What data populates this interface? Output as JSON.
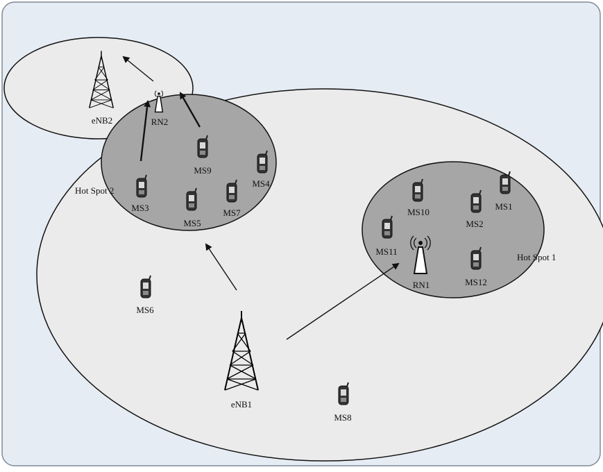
{
  "diagram": {
    "colors": {
      "panel_bg": "#e6ecf3",
      "panel_border": "#7f8a96",
      "macro_cell_fill": "#ebebeb",
      "hotspot_fill": "#a6a6a6",
      "stroke": "#111111"
    },
    "base_stations": [
      {
        "id": "enb1",
        "label": "eNB1",
        "icon": "cell-tower-icon"
      },
      {
        "id": "enb2",
        "label": "eNB2",
        "icon": "cell-tower-icon"
      }
    ],
    "relays": [
      {
        "id": "rn1",
        "label": "RN1",
        "icon": "relay-antenna-icon"
      },
      {
        "id": "rn2",
        "label": "RN2",
        "icon": "relay-antenna-icon"
      }
    ],
    "hotspots": [
      {
        "id": "hs1",
        "label": "Hot Spot 1"
      },
      {
        "id": "hs2",
        "label": "Hot Spot 2"
      }
    ],
    "mobile_stations": [
      {
        "id": "ms1",
        "label": "MS1"
      },
      {
        "id": "ms2",
        "label": "MS2"
      },
      {
        "id": "ms3",
        "label": "MS3"
      },
      {
        "id": "ms4",
        "label": "MS4"
      },
      {
        "id": "ms5",
        "label": "MS5"
      },
      {
        "id": "ms6",
        "label": "MS6"
      },
      {
        "id": "ms7",
        "label": "MS7"
      },
      {
        "id": "ms8",
        "label": "MS8"
      },
      {
        "id": "ms9",
        "label": "MS9"
      },
      {
        "id": "ms10",
        "label": "MS10"
      },
      {
        "id": "ms11",
        "label": "MS11"
      },
      {
        "id": "ms12",
        "label": "MS12"
      }
    ]
  }
}
